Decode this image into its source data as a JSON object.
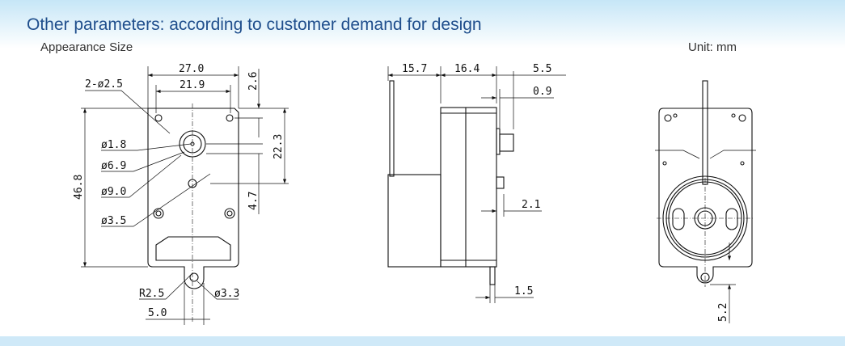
{
  "header": {
    "title": "Other parameters: according to customer demand for design",
    "section": "Appearance Size",
    "unit": "Unit: mm"
  },
  "front_view": {
    "width": "27.0",
    "hole_spacing": "21.9",
    "mount_holes": "2-ø2.5",
    "shaft_dia": "ø1.8",
    "boss_inner": "ø6.9",
    "boss_outer": "ø9.0",
    "holes": "ø3.5",
    "height": "46.8",
    "top_offset": "2.6",
    "shaft_to_hole": "22.3",
    "hole_offset": "4.7",
    "tab_radius": "R2.5",
    "tab_hole": "ø3.3",
    "tab_width": "5.0"
  },
  "side_view": {
    "motor_depth": "15.7",
    "gearbox_depth": "16.4",
    "shaft_length": "5.5",
    "boss_height": "0.9",
    "pin_height": "2.1",
    "plate_thickness": "1.5"
  },
  "rear_view": {
    "tab_offset": "5.2"
  }
}
